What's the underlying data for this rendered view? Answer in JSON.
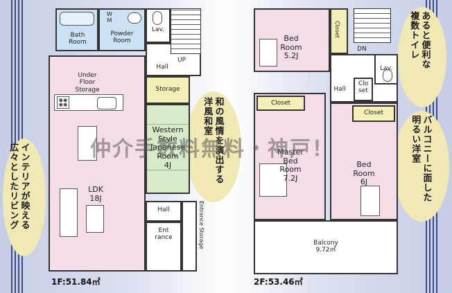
{
  "floor1": {
    "area_label": "1F:51.84㎡",
    "rooms": {
      "bath": "Bath\nRoom",
      "powder": "Powder\nRoom",
      "lav": "Lav.",
      "wm": "W\nM",
      "hall_top": "Hall",
      "up": "UP",
      "under_floor": "Under\nFloor\nStorage",
      "storage": "Storage",
      "western": "Western\nStyle\nJapanese\nRoom\n4J",
      "ldk": "LDK\n18J",
      "hall_bottom": "Hall",
      "entrance": "Ent\nrance",
      "entrance_storage": "Entrance Storage"
    }
  },
  "floor2": {
    "area_label": "2F:53.46㎡",
    "rooms": {
      "bed1": "Bed\nRoom\n5.2J",
      "closet_top": "Closet",
      "dn": "DN",
      "lav": "Lav.",
      "hall": "Hall",
      "closet_small": "Clo\nset",
      "closet_left": "Closet",
      "closet_right": "Closet",
      "master": "Master\nBed\nRoom\n7.2J",
      "bed2": "Bed\nRoom\n6J",
      "balcony": "Balcony\n9.72㎡"
    }
  },
  "callouts": {
    "interior": "インテリアが映える\n広々としたリビング",
    "japanese": "和の風情を演出する\n洋風和室",
    "toilets": "あると便利な\n複数トイレ",
    "balcony": "バルコニーに面した\n明るい洋室"
  },
  "watermark": "仲介手数料無料・神戸！",
  "colors": {
    "pink": "#f4dde8",
    "blue": "#cbe1f4",
    "green": "#d7ebc9",
    "yellow": "#f3f0b8",
    "bubble": "#f1e9b4",
    "stripe": "#1f3570"
  },
  "icons": [
    "stove-icon",
    "sink-icon",
    "toilet-icon",
    "washbasin-icon",
    "bathtub-icon"
  ]
}
